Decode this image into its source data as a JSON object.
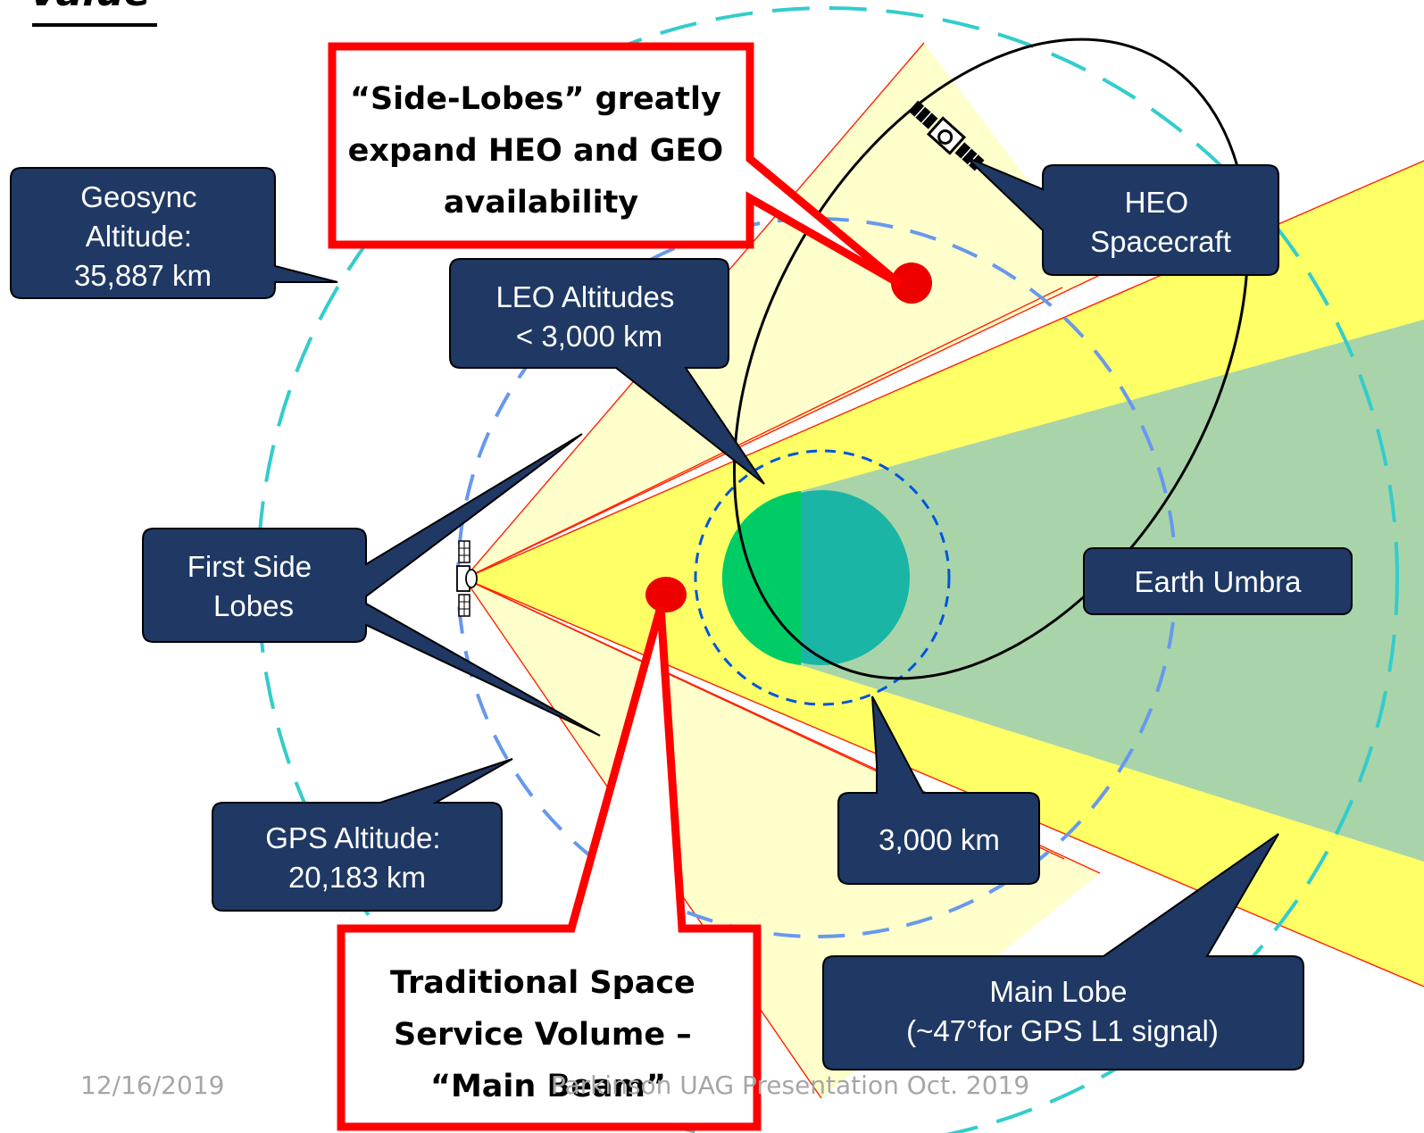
{
  "slide": {
    "title_fragment": "Value",
    "footer_date": "12/16/2019",
    "footer_text": "Parkinson UAG Presentation Oct. 2019"
  },
  "callouts": {
    "geosync": [
      "Geosync",
      "Altitude:",
      "35,887 km"
    ],
    "leo": [
      "LEO Altitudes",
      "< 3,000 km"
    ],
    "heo": [
      "HEO",
      "Spacecraft"
    ],
    "side_lobes": [
      "First Side",
      "Lobes"
    ],
    "earth_umbra": [
      "Earth Umbra"
    ],
    "gps": [
      "GPS Altitude:",
      "20,183 km"
    ],
    "three_thousand": [
      "3,000 km"
    ],
    "main_lobe": [
      "Main Lobe",
      "(~47°for GPS L1 signal)"
    ]
  },
  "emphasis": {
    "side_lobes_note": [
      "“Side-Lobes” greatly",
      "expand HEO and GEO",
      "availability"
    ],
    "main_beam_note": [
      "Traditional Space",
      "Service Volume –",
      "“Main Beam”"
    ]
  },
  "colors": {
    "callout_fill": "#1f3864",
    "callout_stroke": "#000000",
    "emphasis_border": "#ff0000",
    "main_lobe": "#ffff66",
    "side_lobe": "#ffffcc",
    "umbra": "#a9d4a9",
    "earth_day": "#00cc66",
    "earth_night": "#1ab5a5",
    "geo_ring": "#33cccc",
    "gps_ring": "#6699ee",
    "leo_ring": "#0055dd",
    "marker": "#ee0000"
  },
  "icons": {
    "satellite": "satellite-icon"
  }
}
